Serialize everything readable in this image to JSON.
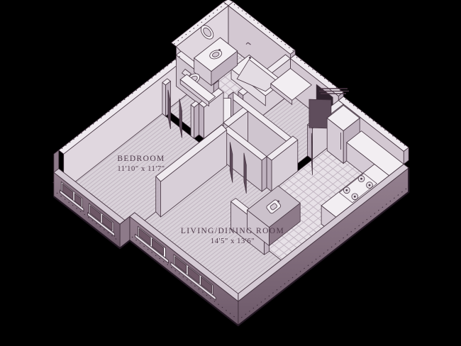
{
  "scene": {
    "description": "Axonometric 3D floor plan of a one-bedroom apartment",
    "background": "#000000"
  },
  "rooms": {
    "bedroom": {
      "name": "BEDROOM",
      "dimensions": "11'10\" x 11'7\""
    },
    "living_dining": {
      "name": "LIVING/DINING ROOM",
      "dimensions": "14'5\" x 13'6\""
    },
    "bathroom": {
      "fixtures": [
        "bathtub",
        "vanity-sink",
        "vanity-mirror",
        "toilet",
        "tile-floor"
      ]
    },
    "kitchen": {
      "fixtures": [
        "refrigerator",
        "counter",
        "range-cooktop",
        "island",
        "island-sink",
        "tile-floor"
      ]
    },
    "entry": {
      "fixtures": [
        "entry-door",
        "entry-step-marker",
        "coat-closet-shelf"
      ]
    },
    "closets": {
      "fixtures": [
        "closet-shelf",
        "open-doors"
      ]
    }
  },
  "colors": {
    "bg": "#000000",
    "outline": "#43323f",
    "outlineDeep": "#241824",
    "wallTop": "#efeaef",
    "wallInnerNE": "#d3c8d2",
    "wallInnerNW": "#e0d7df",
    "wallFaceLight": "#d8cfd8",
    "wallFaceMid": "#cfc5cf",
    "wallFaceDark": "#bfb2bf",
    "wallOuter": "#94808f",
    "wallOuterDeep": "#6e5a6a",
    "wallEnd": "#8d7a89",
    "floorWood": "#d9d2d9",
    "floorWoodLine": "#c2b6c2",
    "tile": "#e7e1e7",
    "tileLine": "#c3b7c3",
    "fixtureWhite": "#f2eef2",
    "fixtureShade": "#d5cbd5",
    "fixtureMid": "#e3dce3",
    "doorDark": "#5f4d5c",
    "glass": "#6d5766",
    "labelColor": "#4e3a4a",
    "granite": "#cbc1cb"
  }
}
